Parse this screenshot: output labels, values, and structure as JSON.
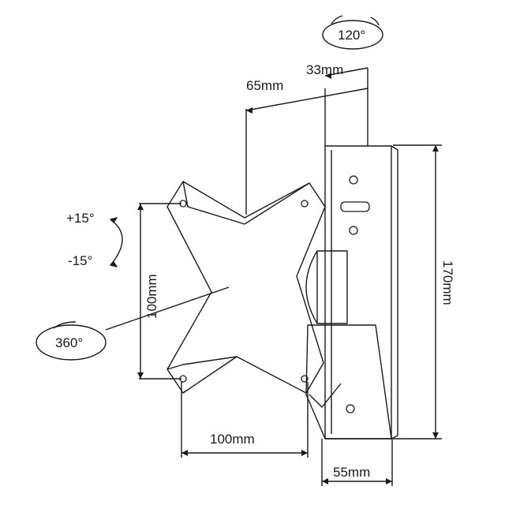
{
  "diagram": {
    "rotation_top": "120°",
    "rotation_main": "360°",
    "tilt_up": "+15°",
    "tilt_down": "-15°",
    "dim_top_small": "33mm",
    "dim_top_large": "65mm",
    "dim_vertical_vesa": "100mm",
    "dim_horizontal_vesa": "100mm",
    "dim_height": "170mm",
    "dim_width": "55mm"
  },
  "colors": {
    "line": "#1a1a1a",
    "background": "#ffffff"
  }
}
